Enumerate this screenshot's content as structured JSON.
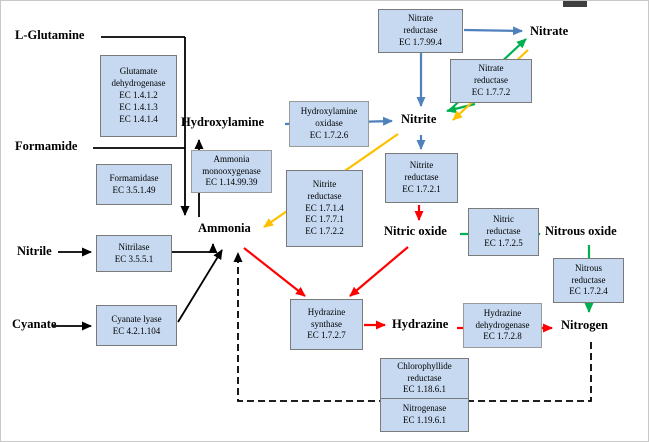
{
  "colors": {
    "box_fill": "#c6d9f1",
    "box_border": "#7a7a7a",
    "arrow_black": "#000000",
    "arrow_blue": "#4f81bd",
    "arrow_green": "#00b050",
    "arrow_orange": "#ffc000",
    "arrow_red": "#ff0000"
  },
  "metabolites": [
    {
      "label": "L-Glutamine"
    },
    {
      "label": "Formamide"
    },
    {
      "label": "Nitrile"
    },
    {
      "label": "Cyanate"
    },
    {
      "label": "Hydroxylamine"
    },
    {
      "label": "Ammonia"
    },
    {
      "label": "Nitrate"
    },
    {
      "label": "Nitrite"
    },
    {
      "label": "Nitric oxide"
    },
    {
      "label": "Nitrous oxide"
    },
    {
      "label": "Hydrazine"
    },
    {
      "label": "Nitrogen"
    }
  ],
  "enzymes": [
    {
      "lines": [
        "Glutamate",
        "dehydrogenase",
        "EC 1.4.1.2",
        "EC 1.4.1.3",
        "EC 1.4.1.4"
      ]
    },
    {
      "lines": [
        "Nitrate",
        "reductase",
        "EC 1.7.99.4"
      ]
    },
    {
      "lines": [
        "Nitrate",
        "reductase",
        "EC 1.7.7.2"
      ]
    },
    {
      "lines": [
        "Hydroxylamine",
        "oxidase",
        "EC 1.7.2.6"
      ]
    },
    {
      "lines": [
        "Ammonia",
        "monooxygenase",
        "EC 1.14.99.39"
      ]
    },
    {
      "lines": [
        "Formamidase",
        "EC 3.5.1.49"
      ]
    },
    {
      "lines": [
        "Nitrite",
        "reductase",
        "EC 1.7.1.4",
        "EC 1.7.7.1",
        "EC 1.7.2.2"
      ]
    },
    {
      "lines": [
        "Nitrite",
        "reductase",
        "EC 1.7.2.1"
      ]
    },
    {
      "lines": [
        "Nitrilase",
        "EC 3.5.5.1"
      ]
    },
    {
      "lines": [
        "Nitric",
        "reductase",
        "EC 1.7.2.5"
      ]
    },
    {
      "lines": [
        "Nitrous",
        "reductase",
        "EC 1.7.2.4"
      ]
    },
    {
      "lines": [
        "Cyanate lyase",
        "EC 4.2.1.104"
      ]
    },
    {
      "lines": [
        "Hydrazine",
        "synthase",
        "EC 1.7.2.7"
      ]
    },
    {
      "lines": [
        "Hydrazine",
        "dehydrogenase",
        "EC 1.7.2.8"
      ]
    },
    {
      "lines": [
        "Chlorophyllide",
        "reductase",
        "EC 1.18.6.1"
      ]
    },
    {
      "lines": [
        "Nitrogenase",
        "EC 1.19.6.1"
      ]
    }
  ]
}
